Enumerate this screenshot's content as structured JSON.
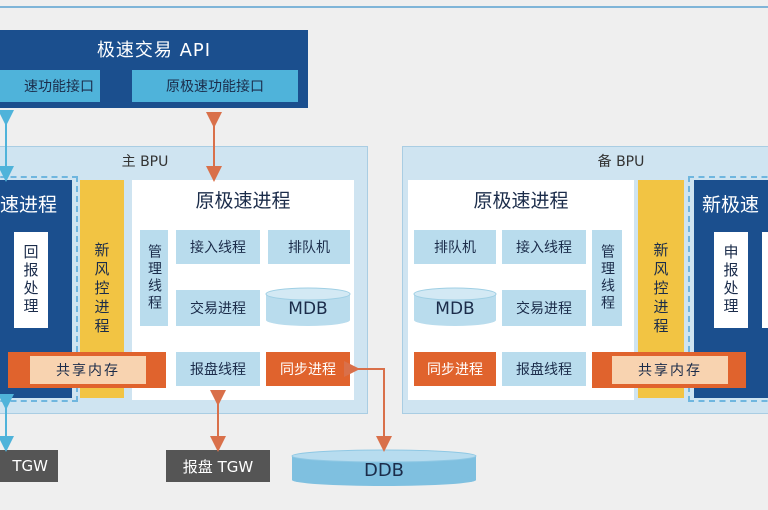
{
  "api": {
    "title": "极速交易 API",
    "btn_left": "速功能接口",
    "btn_right": "原极速功能接口"
  },
  "main_bpu": {
    "label": "主 BPU",
    "new_proc_title": "速进程",
    "report_box": "回报处理",
    "risk_box": "新风控进程",
    "orig_title": "原极速进程",
    "mgmt_thread": "管理线程",
    "access_thread": "接入线程",
    "queue": "排队机",
    "trade_proc": "交易进程",
    "mdb": "MDB",
    "report_thread": "报盘线程",
    "sync_proc": "同步进程",
    "shared_mem": "共享内存"
  },
  "backup_bpu": {
    "label": "备 BPU",
    "orig_title": "原极速进程",
    "queue": "排队机",
    "access_thread": "接入线程",
    "mgmt_thread": "管理线程",
    "mdb": "MDB",
    "trade_proc": "交易进程",
    "sync_proc": "同步进程",
    "report_thread": "报盘线程",
    "risk_box": "新风控进程",
    "new_proc_title": "新极速",
    "report_box": "申报处理",
    "shared_mem": "共享内存"
  },
  "bottom": {
    "tgw_left": "TGW",
    "tgw_report": "报盘 TGW",
    "ddb": "DDB"
  },
  "colors": {
    "dark_blue": "#1b4f8e",
    "light_blue": "#4fb3da",
    "cell_blue": "#b9dced",
    "orange": "#e0632d",
    "yellow": "#f2c443",
    "bpu_bg": "#cfe4f1"
  }
}
